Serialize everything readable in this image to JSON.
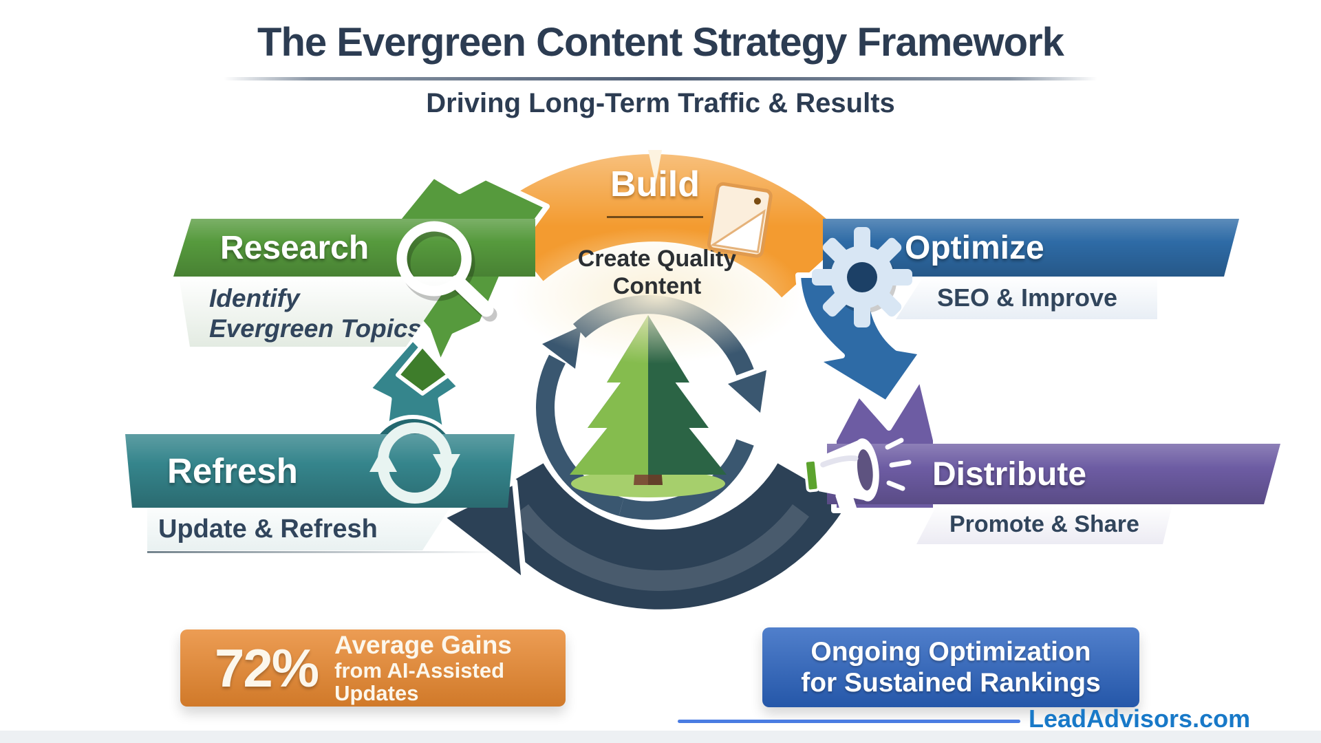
{
  "header": {
    "title": "The Evergreen Content Strategy Framework",
    "subtitle": "Driving Long-Term Traffic & Results"
  },
  "cycle": {
    "center_icon": "evergreen-tree-in-cycle-arrows",
    "stages": {
      "research": {
        "label": "Research",
        "desc_line1": "Identify",
        "desc_line2": "Evergreen Topics",
        "icon": "magnifier"
      },
      "build": {
        "label": "Build",
        "desc_line1": "Create Quality",
        "desc_line2": "Content",
        "icon": "document"
      },
      "optimize": {
        "label": "Optimize",
        "desc": "SEO & Improve",
        "icon": "gear"
      },
      "distribute": {
        "label": "Distribute",
        "desc": "Promote & Share",
        "icon": "megaphone"
      },
      "refresh": {
        "label": "Refresh",
        "desc": "Update & Refresh",
        "icon": "refresh-arrows"
      }
    }
  },
  "callouts": {
    "stat": {
      "value": "72%",
      "line1": "Average Gains",
      "line2": "from AI-Assisted Updates"
    },
    "note": {
      "line1": "Ongoing Optimization",
      "line2": "for Sustained Rankings"
    }
  },
  "footer": {
    "brand": "LeadAdvisors.com"
  },
  "colors": {
    "title": "#2C3C52",
    "research": "#569A3D",
    "research_dark": "#3E7D2B",
    "build": "#F39B30",
    "optimize": "#2E6BA6",
    "distribute": "#6D5CA3",
    "refresh": "#35858C",
    "refresh_dark": "#23686F",
    "arc": "#2C4156",
    "ring": "#3A5770",
    "stat": "#E8872E",
    "note": "#2A63C0",
    "brand": "#1879C8",
    "sublabel": "#31455C"
  }
}
